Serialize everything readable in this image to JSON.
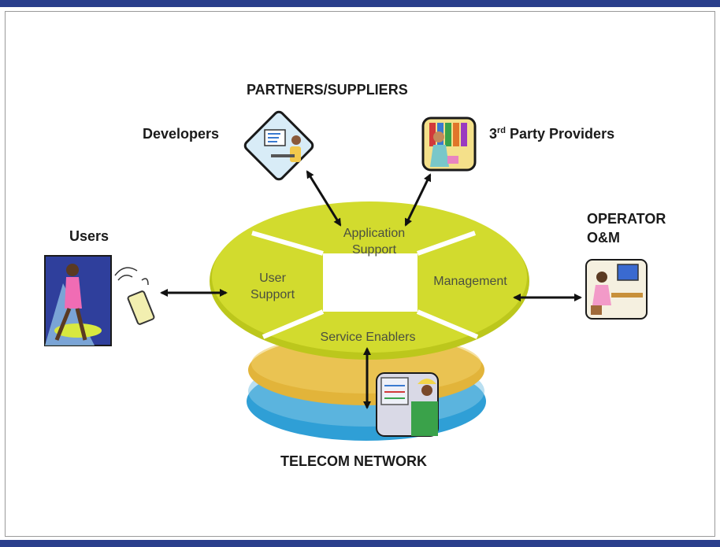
{
  "labels": {
    "partners": "PARTNERS/SUPPLIERS",
    "developers": "Developers",
    "third_party_num": "3",
    "third_party_sup": "rd",
    "third_party_rest": " Party Providers",
    "users": "Users",
    "operator_line1": "OPERATOR",
    "operator_line2": "O&M",
    "telecom": "TELECOM NETWORK"
  },
  "segments": {
    "application_line1": "Application",
    "application_line2": "Support",
    "user_line1": "User",
    "user_line2": "Support",
    "management": "Management",
    "service_enablers": "Service Enablers"
  },
  "colors": {
    "frame_bar": "#2a3f8c",
    "disk_green": "#cfd82a",
    "disk_gold": "#e2b43a",
    "disk_blue": "#2f9fd6",
    "arrow": "#111111"
  }
}
